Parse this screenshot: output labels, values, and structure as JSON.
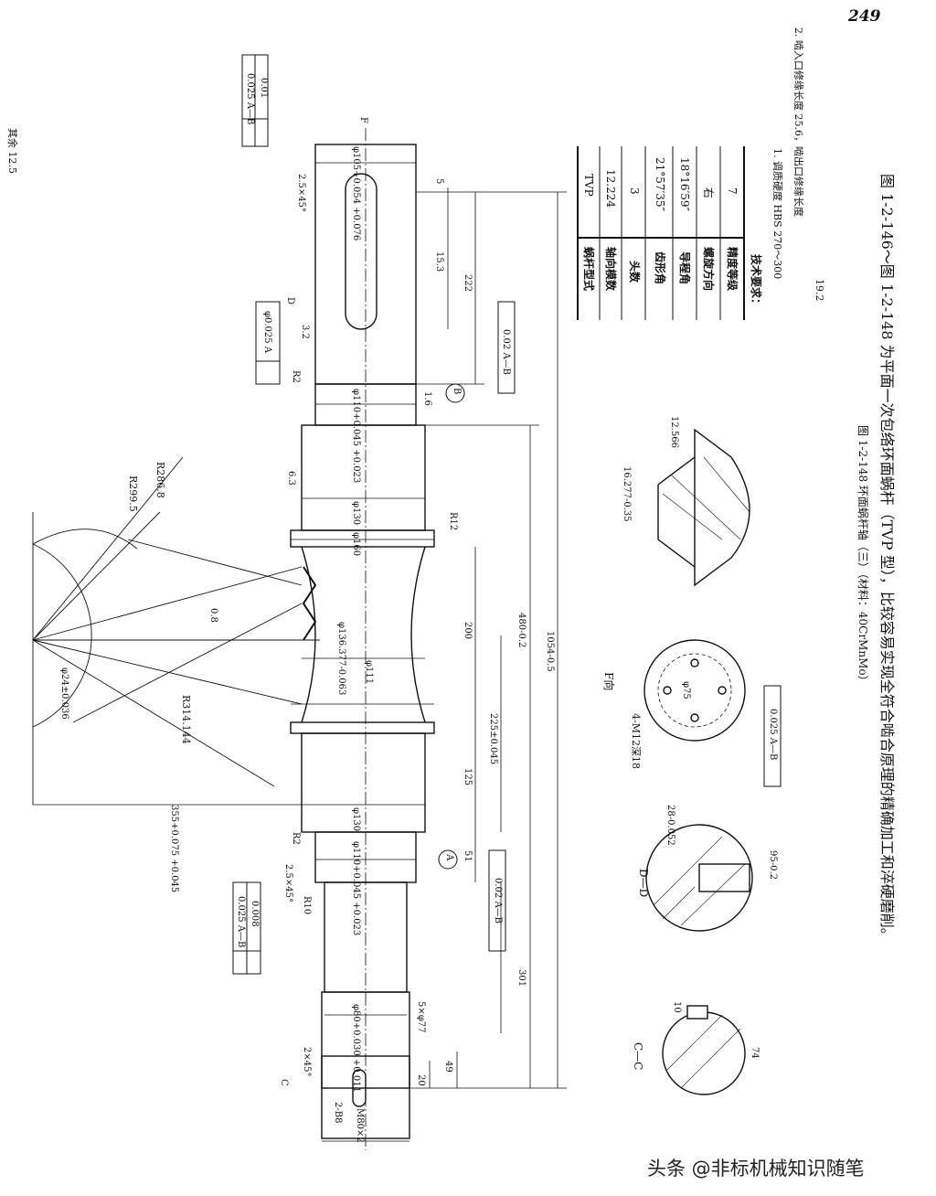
{
  "page_number": "249",
  "roughness_note": "其余 12.5",
  "params_table": {
    "rows": [
      {
        "label": "蜗杆型式",
        "value": "TVP"
      },
      {
        "label": "轴向模数",
        "value": "12.224"
      },
      {
        "label": "头数",
        "value": "3"
      },
      {
        "label": "齿形角",
        "value": "21°57′35″"
      },
      {
        "label": "导程角",
        "value": "18°16′59″"
      },
      {
        "label": "螺旋方向",
        "value": "右"
      },
      {
        "label": "精度等级",
        "value": "7"
      }
    ]
  },
  "tech_requirements": {
    "title": "技术要求：",
    "items": [
      "1. 调质硬度 HBS 270～300",
      "2. 啮入口修缘长度 25.6，啮出口修缘长度",
      "19.2"
    ]
  },
  "figure_caption": "图 1-2-148   环面蜗杆轴（三）（材料：40CrMnMo）",
  "body_text": "图 1-2-146～图 1-2-148 为平面一次包络环面蜗杆（TVP 型），比较容易实现全符合啮合原理的精确加工和淬硬磨削。",
  "watermark": "头条 @非标机械知识随笔",
  "dimensions": {
    "d105": "φ105+0.054 +0.076",
    "d110_top": "φ110+0.045 +0.023",
    "d130_top": "φ130",
    "d160": "φ160",
    "d111": "φ111",
    "d136": "φ136.377-0.063",
    "d130_bot": "φ130",
    "d110_bot": "φ110+0.045 +0.023",
    "d80": "φ80+0.030 +0.011",
    "m80": "M80×2",
    "l5": "5",
    "l153": "15.3",
    "l222": "222",
    "l200": "200",
    "l480": "480-0.2",
    "l1054": "1054-0.5",
    "l225": "225±0.045",
    "l125": "125",
    "l51": "51",
    "l301": "301",
    "l355": "355+0.075 +0.045",
    "l49": "49",
    "l20": "20",
    "c5x": "5×φ77",
    "ch25_top": "2.5×45°",
    "ch25_bot": "2.5×45°",
    "ch2": "2×45°",
    "r2_top": "R2",
    "r2_bot": "R2",
    "r10": "R10",
    "r12": "R12",
    "r299": "R299.5",
    "r286": "R286.8",
    "r314": "R314.144",
    "d24": "φ24±0.036",
    "b8": "2-B8",
    "tol_top_1": "0.025 A—B",
    "tol_top_2": "0.01",
    "tol_coax": "φ0.025 A",
    "tol_runout_top": "0.02 A—B",
    "tol_runout_bot": "0.02 A—B",
    "tol_left_1": "0.025 A—B",
    "tol_left_2": "0.008",
    "tol_sym": "0.025 A—B",
    "datum_a": "A",
    "datum_b": "B",
    "rough32": "3.2",
    "rough08": "0.8",
    "rough16": "1.6",
    "rough63": "6.3"
  },
  "views": {
    "tooth_section": {
      "d1": "16.277-0.35",
      "d2": "12.566"
    },
    "f_view": {
      "title": "F向",
      "holes": "4-M12深18",
      "d": "φ75"
    },
    "dd_section": {
      "title": "D—D",
      "w": "28-0.052",
      "d": "95-0.2"
    },
    "cc_section": {
      "title": "C—C",
      "w": "10",
      "d": "74"
    },
    "f_mark": "F",
    "d_mark": "D",
    "c_mark": "C"
  }
}
